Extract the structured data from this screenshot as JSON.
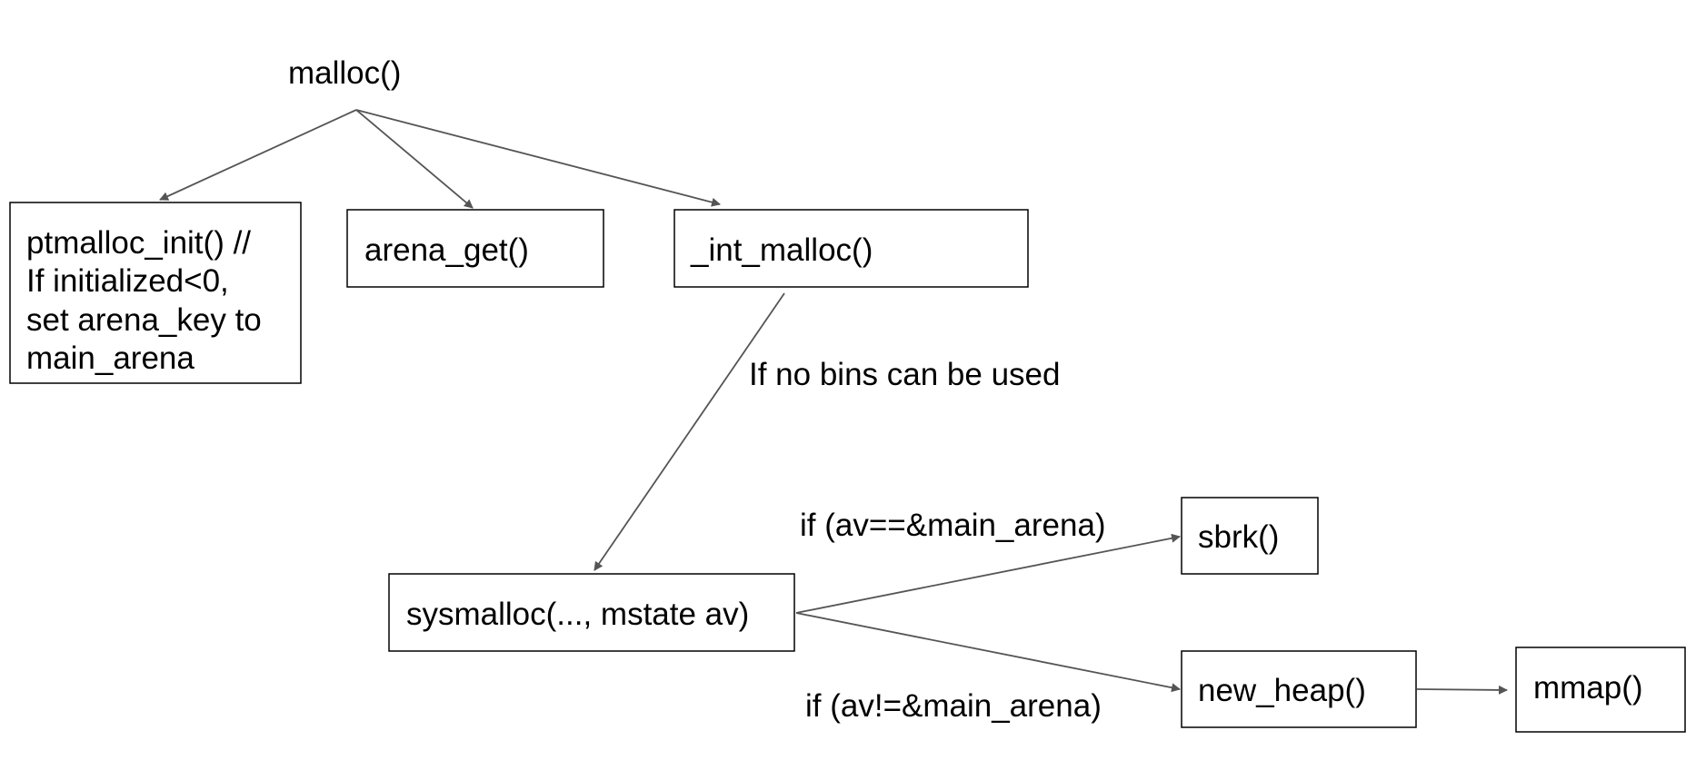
{
  "root": {
    "label": "malloc()"
  },
  "nodes": {
    "ptmalloc_init": {
      "lines": [
        "ptmalloc_init() //",
        "If initialized<0,",
        "set arena_key to",
        "main_arena"
      ]
    },
    "arena_get": {
      "label": "arena_get()"
    },
    "int_malloc": {
      "label": "_int_malloc()"
    },
    "sysmalloc": {
      "label": "sysmalloc(..., mstate av)"
    },
    "sbrk": {
      "label": "sbrk()"
    },
    "new_heap": {
      "label": "new_heap()"
    },
    "mmap": {
      "label": "mmap()"
    }
  },
  "edge_labels": {
    "no_bins": "If no bins can be used",
    "main_arena": "if (av==&main_arena)",
    "not_main_arena": "if (av!=&main_arena)"
  },
  "colors": {
    "edge": "#555555",
    "box_border": "#000000",
    "text": "#000000"
  }
}
